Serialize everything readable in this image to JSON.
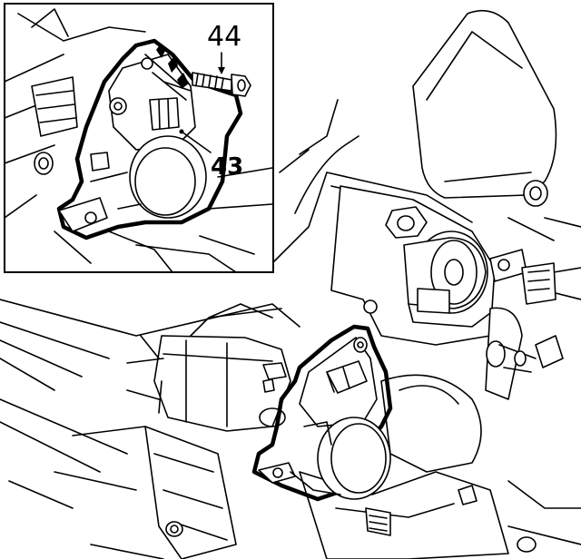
{
  "diagram": {
    "inset": {
      "callouts": [
        {
          "id": "bolt",
          "label": "44"
        },
        {
          "id": "sensor",
          "label": "43"
        }
      ]
    },
    "colors": {
      "line": "#000000",
      "background": "#ffffff"
    }
  }
}
